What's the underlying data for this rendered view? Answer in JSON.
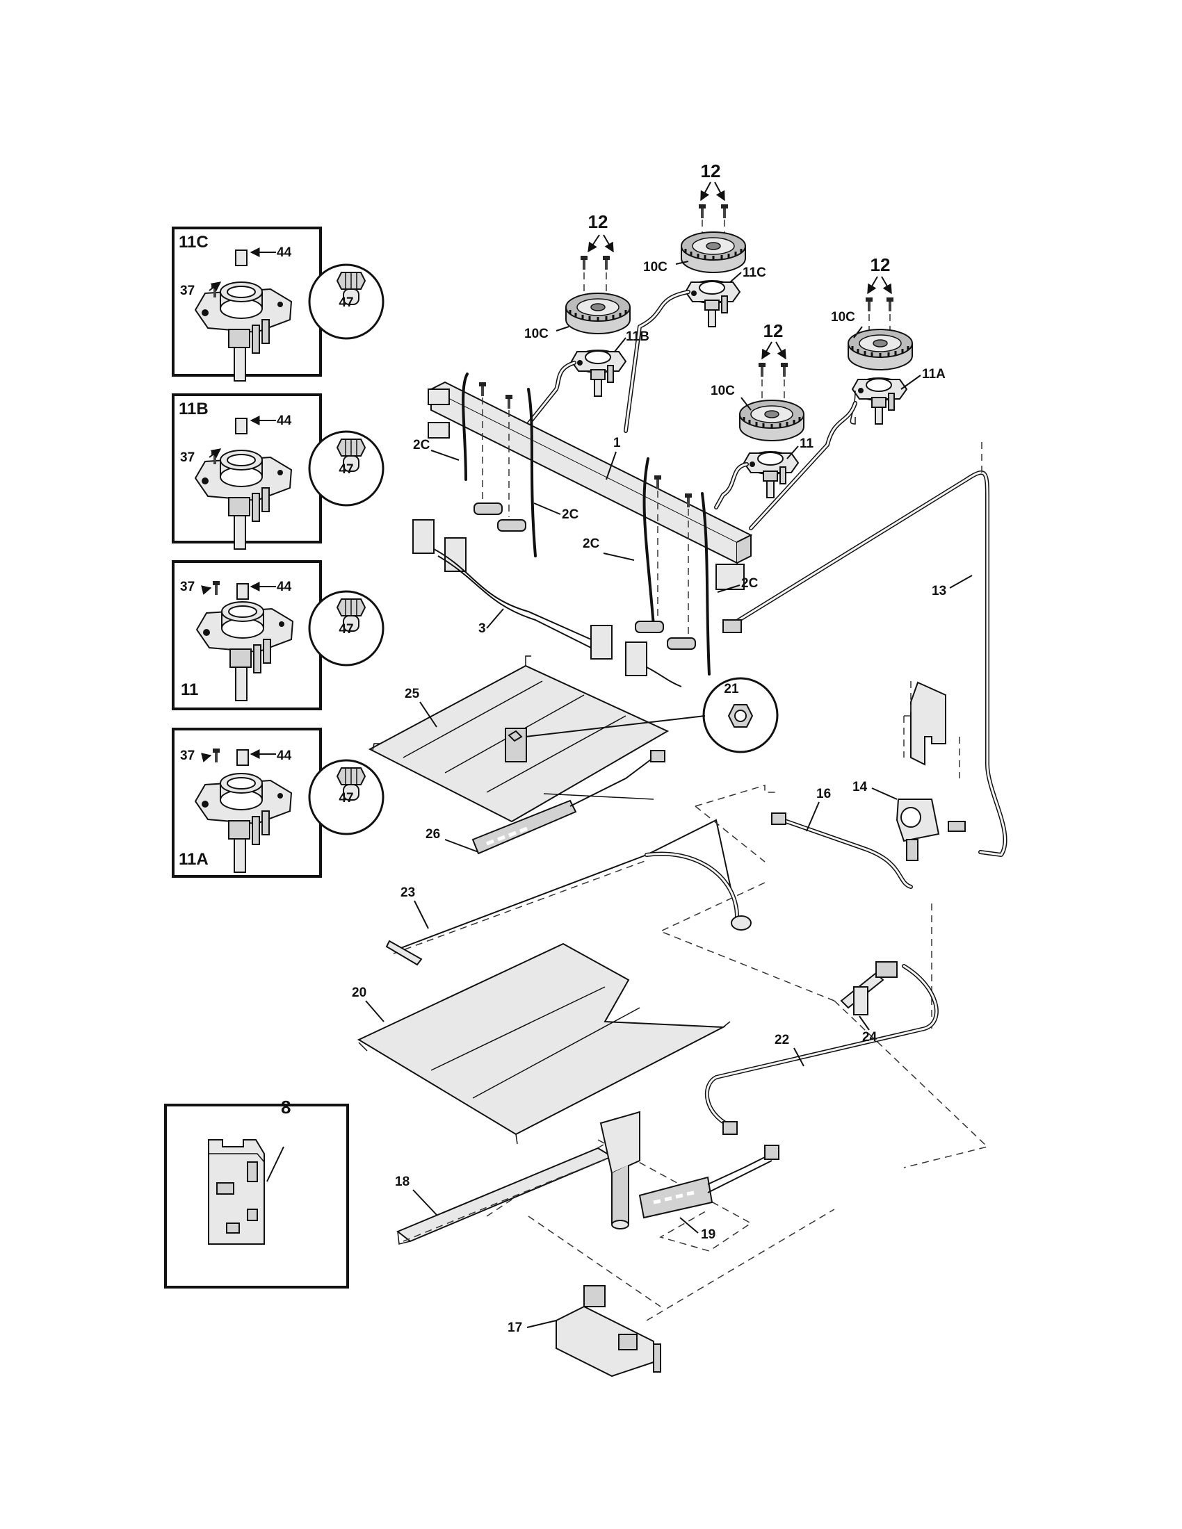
{
  "callouts": {
    "part_1": "1",
    "part_2c_a": "2C",
    "part_2c_b": "2C",
    "part_2c_c": "2C",
    "part_2c_d": "2C",
    "part_3": "3",
    "part_8": "8",
    "part_10c_a": "10C",
    "part_10c_b": "10C",
    "part_10c_c": "10C",
    "part_10c_d": "10C",
    "part_11": "11",
    "part_11a": "11A",
    "part_11b": "11B",
    "part_11c": "11C",
    "part_12_a": "12",
    "part_12_b": "12",
    "part_12_c": "12",
    "part_12_d": "12",
    "part_13": "13",
    "part_14": "14",
    "part_16": "16",
    "part_17": "17",
    "part_18": "18",
    "part_19": "19",
    "part_20": "20",
    "part_21": "21",
    "part_22": "22",
    "part_23": "23",
    "part_24": "24",
    "part_25": "25",
    "part_26": "26"
  },
  "insets": [
    {
      "title": "11C",
      "screw": "37",
      "cap": "44",
      "orifice": "47"
    },
    {
      "title": "11B",
      "screw": "37",
      "cap": "44",
      "orifice": "47"
    },
    {
      "title": "11",
      "screw": "37",
      "cap": "44",
      "orifice": "47"
    },
    {
      "title": "11A",
      "screw": "37",
      "cap": "44",
      "orifice": "47"
    }
  ]
}
